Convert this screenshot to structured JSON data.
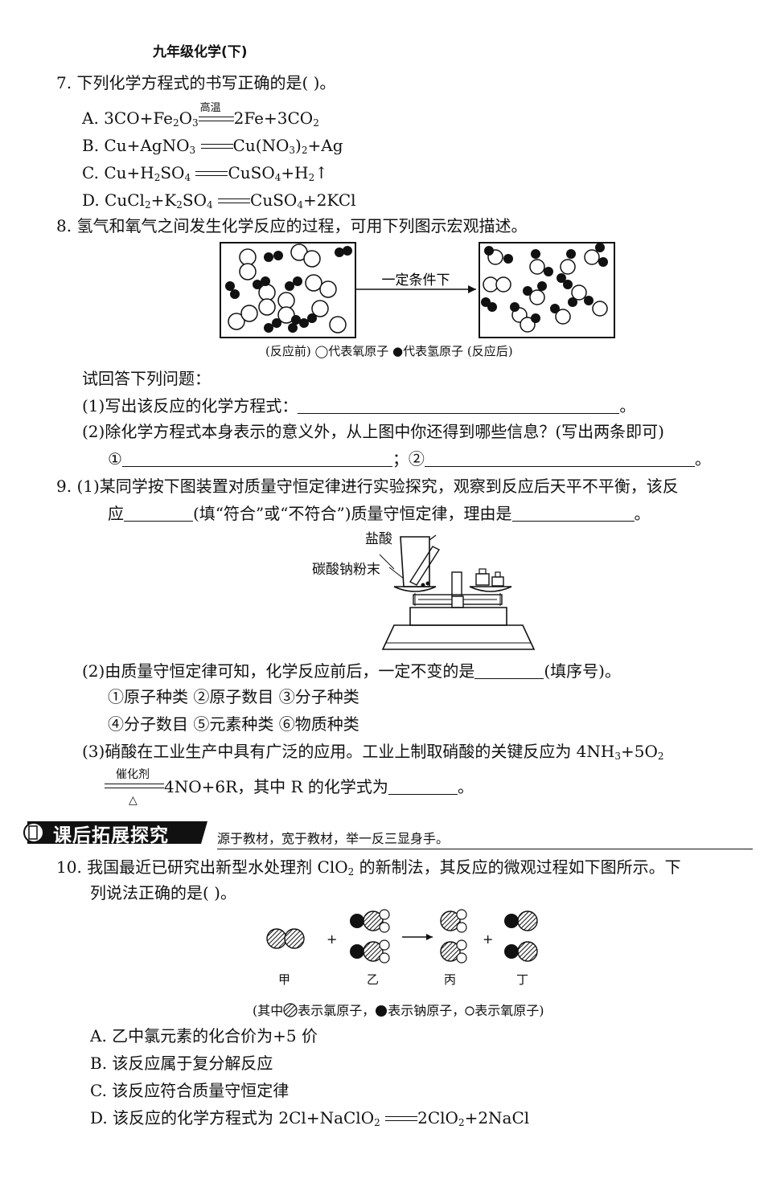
{
  "header": "九年级化学(下)",
  "q7": {
    "stem": "7. 下列化学方程式的书写正确的是(      )。",
    "A_label": "A.",
    "A_left": "3CO+Fe",
    "A_cond": "高温",
    "A_right": "2Fe+3CO",
    "B_label": "B.",
    "B_left": "Cu+AgNO",
    "B_right": "Cu(NO",
    "B_right2": ")",
    "B_right3": "+Ag",
    "C_label": "C.",
    "C_left": "Cu+H",
    "C_left2": "SO",
    "C_right": "CuSO",
    "C_right2": "+H",
    "C_arrow": "↑",
    "D_label": "D.",
    "D_left": "CuCl",
    "D_left2": "+K",
    "D_left3": "SO",
    "D_right": "CuSO",
    "D_right2": "+2KCl"
  },
  "q8": {
    "stem": "8. 氢气和氧气之间发生化学反应的过程，可用下列图示宏观描述。",
    "arrow_label": "一定条件下",
    "caption": "(反应前) ◯代表氧原子 ●代表氢原子 (反应后)",
    "ask": "试回答下列问题：",
    "p1": "(1)写出该反应的化学方程式：",
    "p1_end": "。",
    "p2": "(2)除化学方程式本身表示的意义外，从上图中你还得到哪些信息？(写出两条即可)",
    "p2_c1": "①",
    "p2_c2": "；②",
    "p2_end": "。"
  },
  "q9": {
    "l1": "9. (1)某同学按下图装置对质量守恒定律进行实验探究，观察到反应后天平不平衡，该反",
    "l2a": "应",
    "l2b": "(填“符合”或“不符合”)质量守恒定律，理由是",
    "l2c": "。",
    "label_acid": "盐酸",
    "label_powder": "碳酸钠粉末",
    "p2a": "(2)由质量守恒定律可知，化学反应前后，一定不变的是",
    "p2b": "(填序号)。",
    "opts1": "①原子种类    ②原子数目    ③分子种类",
    "opts2": "④分子数目    ⑤元素种类    ⑥物质种类",
    "p3": "(3)硝酸在工业生产中具有广泛的应用。工业上制取硝酸的关键反应为 4NH",
    "p3b": "+5O",
    "cat_top": "催化剂",
    "cat_bottom": "△",
    "p3c": "4NO+6R，其中 R 的化学式为",
    "p3d": "。"
  },
  "section": {
    "title": "课后拓展探究",
    "slogan": "源于教材，宽于教材，举一反三显身手。"
  },
  "q10": {
    "l1": "10. 我国最近已研究出新型水处理剂 ClO",
    "l1b": " 的新制法，其反应的微观过程如下图所示。下",
    "l2": "列说法正确的是(      )。",
    "names": [
      "甲",
      "乙",
      "丙",
      "丁"
    ],
    "plus": "+",
    "legend": "(其中",
    "legend2": "表示氯原子，",
    "legend3": "表示钠原子，",
    "legend4": "表示氧原子)",
    "A": "A.  乙中氯元素的化合价为+5 价",
    "B": "B.  该反应属于复分解反应",
    "C": "C.  该反应符合质量守恒定律",
    "D_label": "D.  该反应的化学方程式为 2Cl+NaClO",
    "D_right": "2ClO",
    "D_right2": "+2NaCl"
  }
}
